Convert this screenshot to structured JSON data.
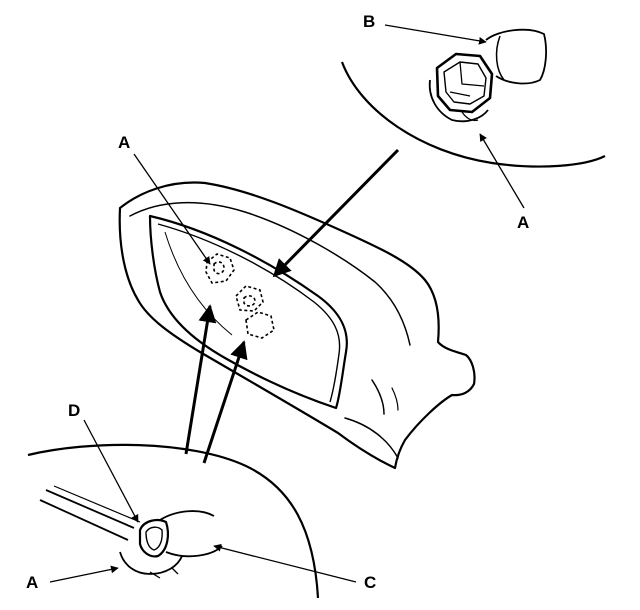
{
  "callouts": {
    "a_top_left": "A",
    "b_top": "B",
    "a_top_right": "A",
    "d": "D",
    "a_bottom": "A",
    "c": "C"
  },
  "colors": {
    "line": "#000000",
    "paper": "#ffffff"
  }
}
